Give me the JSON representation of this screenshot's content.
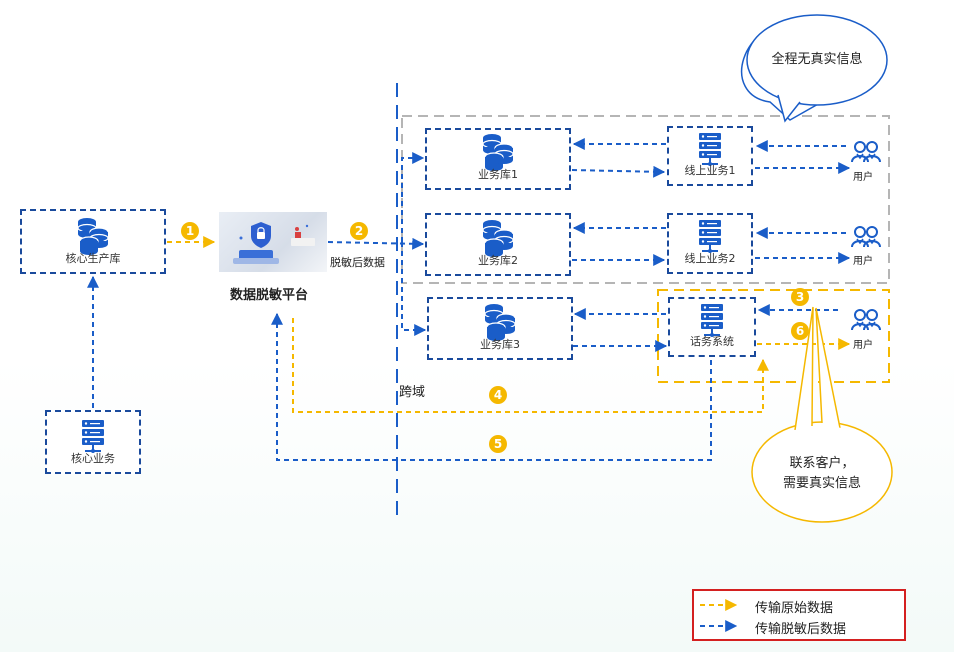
{
  "colors": {
    "blue": "#1a5dc8",
    "dark_blue": "#1a4a9c",
    "yellow": "#f5b800",
    "gray": "#b5b5b5",
    "red": "#d42020"
  },
  "nodes": {
    "core_db": "核心生产库",
    "core_business": "核心业务",
    "platform": "数据脱敏平台",
    "db1": "业务库1",
    "db2": "业务库2",
    "db3": "业务库3",
    "online1": "线上业务1",
    "online2": "线上业务2",
    "call_system": "话务系统",
    "user1": "用户",
    "user2": "用户",
    "user3": "用户"
  },
  "labels": {
    "desensitized": "脱敏后数据",
    "cross_domain": "跨域"
  },
  "bubbles": {
    "top": "全程无真实信息",
    "bottom_line1": "联系客户，",
    "bottom_line2": "需要真实信息"
  },
  "steps": [
    "1",
    "2",
    "3",
    "4",
    "5",
    "6"
  ],
  "legend": {
    "original": "传输原始数据",
    "desensitized": "传输脱敏后数据"
  },
  "icons": {
    "database": "database-icon",
    "server": "server-icon",
    "users": "users-icon"
  }
}
